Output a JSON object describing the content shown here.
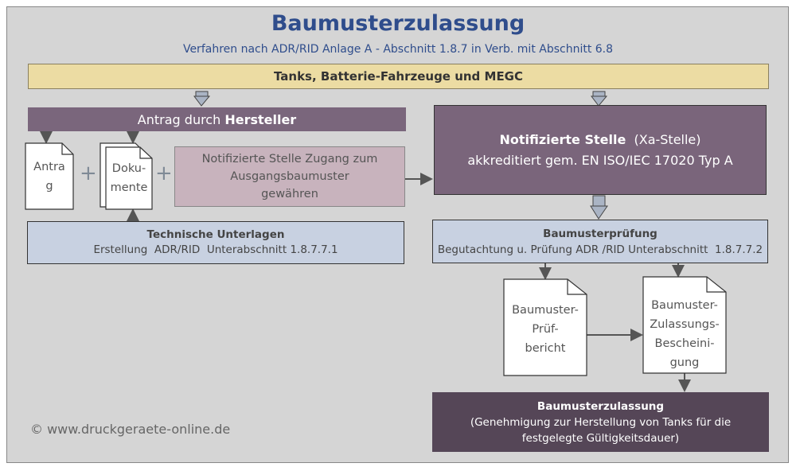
{
  "title": "Baumusterzulassung",
  "subtitle": "Verfahren nach ADR/RID Anlage A - Abschnitt 1.8.7 in Verb. mit Abschnitt 6.8",
  "tanks": "Tanks, Batterie-Fahrzeuge und MEGC",
  "hersteller": {
    "prefix": "Antrag durch ",
    "bold": "Hersteller"
  },
  "docs": {
    "antrag": [
      "Antra",
      "g"
    ],
    "dokumente": [
      "Doku-",
      "mente"
    ],
    "plus": "+"
  },
  "zugang": [
    "Notifizierte Stelle Zugang zum",
    "Ausgangsbaumuster",
    "gewähren"
  ],
  "tech": {
    "title": "Technische Unterlagen",
    "text": "Erstellung  ADR/RID  Unterabschnitt 1.8.7.7.1"
  },
  "notif": {
    "bold": "Notifizierte Stelle",
    "suffix": "  (Xa-Stelle)",
    "line2": "akkreditiert gem. EN ISO/IEC 17020 Typ A"
  },
  "pruef": {
    "title": "Baumusterprüfung",
    "text": "Begutachtung u. Prüfung ADR /RID Unterabschnitt  1.8.7.7.2"
  },
  "bericht": [
    "Baumuster-",
    "Prüf-",
    "bericht"
  ],
  "bescheinigung": [
    "Baumuster-",
    "Zulassungs-",
    "Bescheini-",
    "gung"
  ],
  "final": {
    "title": "Baumusterzulassung",
    "line1": "(Genehmigung zur Herstellung von Tanks für die",
    "line2": "festgelegte Gültigkeitsdauer)"
  },
  "copyright": "© www.druckgeraete-online.de"
}
